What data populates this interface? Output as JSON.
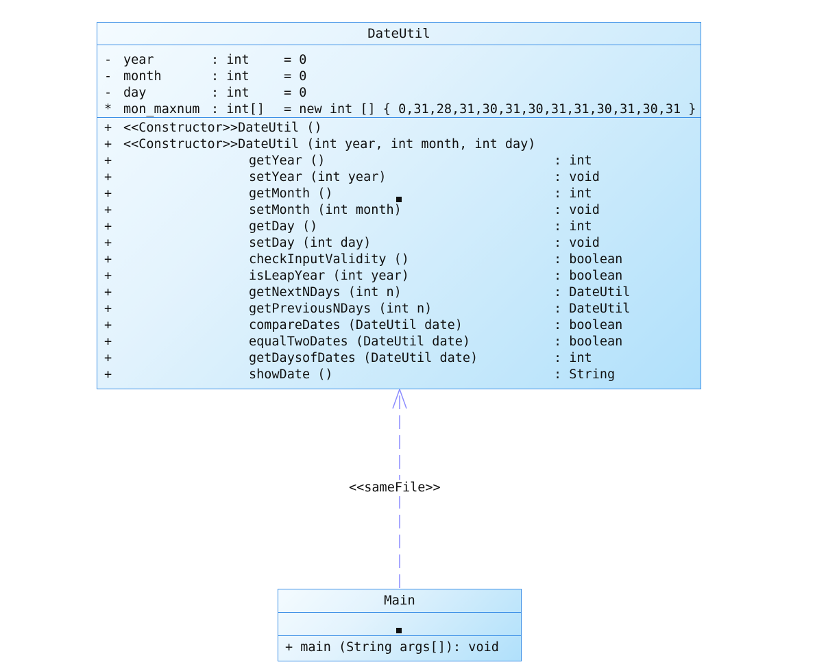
{
  "dateutil": {
    "name": "DateUtil",
    "attributes": [
      {
        "vis": "-",
        "name": "year",
        "type": ": int",
        "init": "= 0"
      },
      {
        "vis": "-",
        "name": "month",
        "type": ": int",
        "init": "= 0"
      },
      {
        "vis": "-",
        "name": "day",
        "type": ": int",
        "init": "= 0"
      },
      {
        "vis": "*",
        "name": "mon_maxnum",
        "type": ": int[]",
        "init": "= new int [] { 0,31,28,31,30,31,30,31,31,30,31,30,31 }"
      }
    ],
    "constructors": [
      {
        "vis": "+",
        "sig": "<<Constructor>>DateUtil ()"
      },
      {
        "vis": "+",
        "sig": "<<Constructor>>DateUtil (int year, int month, int day)"
      }
    ],
    "methods": [
      {
        "vis": "+",
        "sig": "getYear ()",
        "ret": ": int"
      },
      {
        "vis": "+",
        "sig": "setYear (int year)",
        "ret": ": void"
      },
      {
        "vis": "+",
        "sig": "getMonth ()",
        "ret": ": int"
      },
      {
        "vis": "+",
        "sig": "setMonth (int month)",
        "ret": ": void"
      },
      {
        "vis": "+",
        "sig": "getDay ()",
        "ret": ": int"
      },
      {
        "vis": "+",
        "sig": "setDay (int day)",
        "ret": ": void"
      },
      {
        "vis": "+",
        "sig": "checkInputValidity ()",
        "ret": ": boolean"
      },
      {
        "vis": "+",
        "sig": "isLeapYear (int year)",
        "ret": ": boolean"
      },
      {
        "vis": "+",
        "sig": "getNextNDays (int n)",
        "ret": ": DateUtil"
      },
      {
        "vis": "+",
        "sig": "getPreviousNDays (int n)",
        "ret": ": DateUtil"
      },
      {
        "vis": "+",
        "sig": "compareDates (DateUtil date)",
        "ret": ": boolean"
      },
      {
        "vis": "+",
        "sig": "equalTwoDates (DateUtil date)",
        "ret": ": boolean"
      },
      {
        "vis": "+",
        "sig": "getDaysofDates (DateUtil date)",
        "ret": ": int"
      },
      {
        "vis": "+",
        "sig": "showDate ()",
        "ret": ": String"
      }
    ]
  },
  "main": {
    "name": "Main",
    "methods": [
      {
        "text": "+ main (String args[]): void"
      }
    ]
  },
  "relation": {
    "stereotype": "<<sameFile>>",
    "kind": "dependency",
    "line_color": "#8c8cff"
  },
  "colors": {
    "border": "#3a8ee6",
    "fill_light": "#f4fbff",
    "fill_dark": "#b0e0fb"
  }
}
